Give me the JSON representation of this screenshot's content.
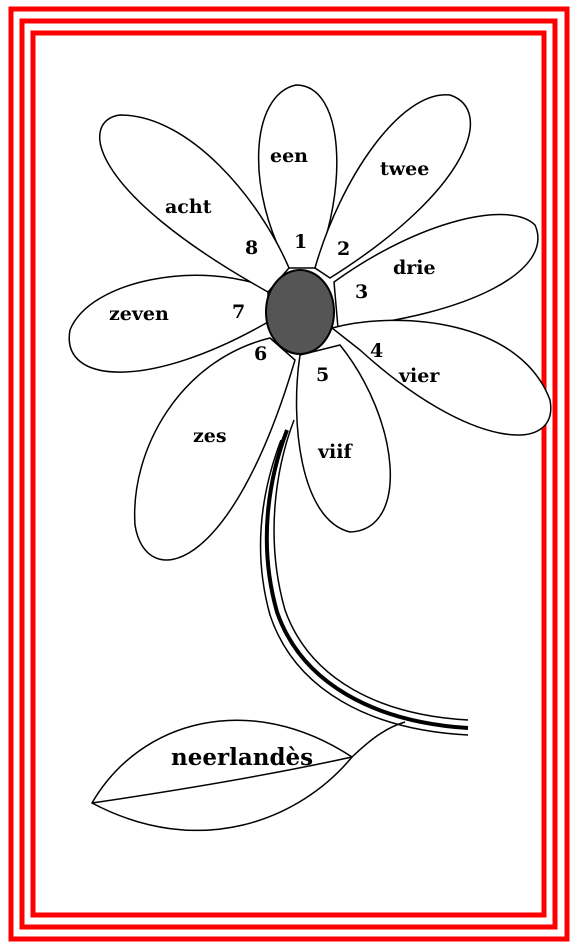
{
  "colors": {
    "border": "#ff0000",
    "outline": "#000000",
    "center": "#555555",
    "background": "#ffffff"
  },
  "petals": [
    {
      "number": "1",
      "word": "een"
    },
    {
      "number": "2",
      "word": "twee"
    },
    {
      "number": "3",
      "word": "drie"
    },
    {
      "number": "4",
      "word": "vier"
    },
    {
      "number": "5",
      "word": "viif"
    },
    {
      "number": "6",
      "word": "zes"
    },
    {
      "number": "7",
      "word": "zeven"
    },
    {
      "number": "8",
      "word": "acht"
    }
  ],
  "leaf": {
    "label": "neerlandès"
  }
}
